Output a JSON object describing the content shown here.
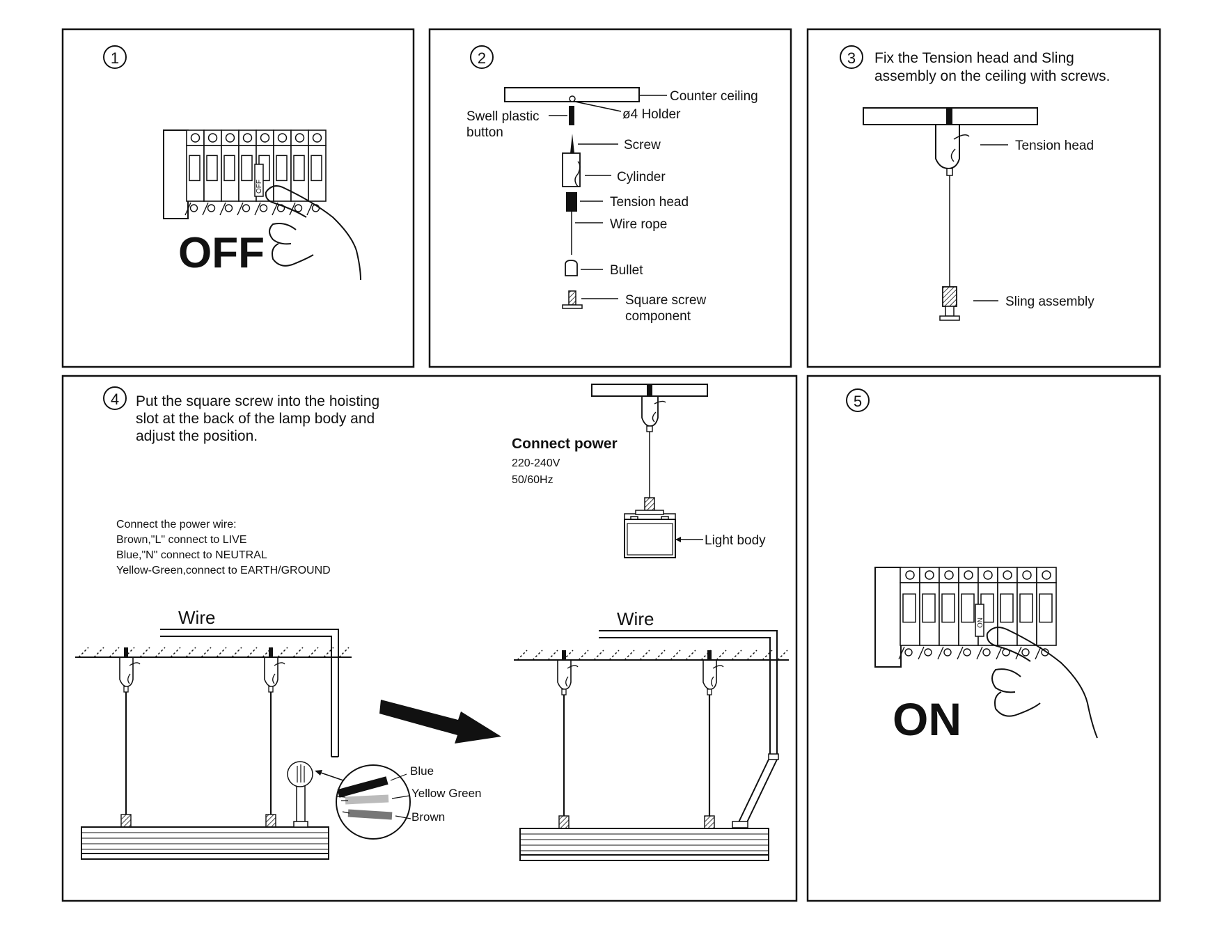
{
  "panel1": {
    "step": "①",
    "state_label": "OFF",
    "switch_label": "OFF"
  },
  "panel2": {
    "step": "②",
    "labels": {
      "counter_ceiling": "Counter ceiling",
      "holder": "ø4  Holder",
      "swell_plastic_1": "Swell plastic",
      "swell_plastic_2": "button",
      "screw": "Screw",
      "cylinder": "Cylinder",
      "tension_head": "Tension head",
      "wire_rope": "Wire rope",
      "bullet": "Bullet",
      "square_screw_1": "Square screw",
      "square_screw_2": "component"
    }
  },
  "panel3": {
    "step": "③",
    "instruction_1": "Fix the Tension head and Sling",
    "instruction_2": "assembly on the ceiling with screws.",
    "tension_head": "Tension head",
    "sling_assembly": "Sling assembly"
  },
  "panel4": {
    "step": "④",
    "instruction_1": "Put the square screw into the hoisting",
    "instruction_2": "slot at the back of the lamp body and",
    "instruction_3": "adjust the position.",
    "connect_power_title": "Connect power",
    "voltage": "220-240V",
    "frequency": "50/60Hz",
    "light_body": "Light body",
    "wiring": [
      "Connect the power wire:",
      "Brown,\"L\" connect to LIVE",
      "Blue,\"N\" connect to NEUTRAL",
      "Yellow-Green,connect to EARTH/GROUND"
    ],
    "wire_left": "Wire",
    "wire_right": "Wire",
    "blue": "Blue",
    "yellow_green": "Yellow Green",
    "brown": "Brown"
  },
  "panel5": {
    "step": "⑤",
    "state_label": "ON",
    "switch_label": "ON"
  }
}
